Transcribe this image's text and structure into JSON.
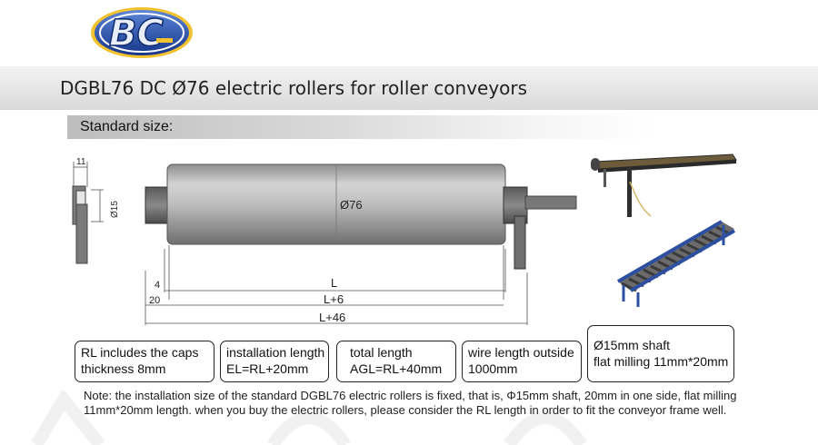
{
  "header": {
    "logo_text": "BC",
    "title": "DGBL76 DC Ø76 electric rollers for roller conveyors"
  },
  "section": {
    "label": "Standard size:"
  },
  "drawing": {
    "dim_11": "11",
    "dim_d15": "Ø15",
    "dim_d76": "Ø76",
    "dim_4": "4",
    "dim_L": "L",
    "dim_20": "20",
    "dim_L6": "L+6",
    "dim_L46": "L+46"
  },
  "specs": [
    {
      "line1": "RL includes the caps",
      "line2": "thickness 8mm"
    },
    {
      "line1": "installation length",
      "line2": "EL=RL+20mm"
    },
    {
      "line1": "total length",
      "line2": "AGL=RL+40mm"
    },
    {
      "line1": "wire length outside",
      "line2": "1000mm"
    },
    {
      "line1": "Ø15mm shaft",
      "line2": "flat milling 11mm*20mm"
    }
  ],
  "note": "Note: the installation size of the standard DGBL76 electric rollers is fixed, that is, Φ15mm shaft, 20mm in one side, flat milling 11mm*20mm length. when you buy the electric rollers, please consider the RL length in order to fit the conveyor frame well.",
  "colors": {
    "logo_blue": "#1f4aa8",
    "logo_yellow": "#f2c230",
    "roller_grey": "#b8b8b8"
  }
}
